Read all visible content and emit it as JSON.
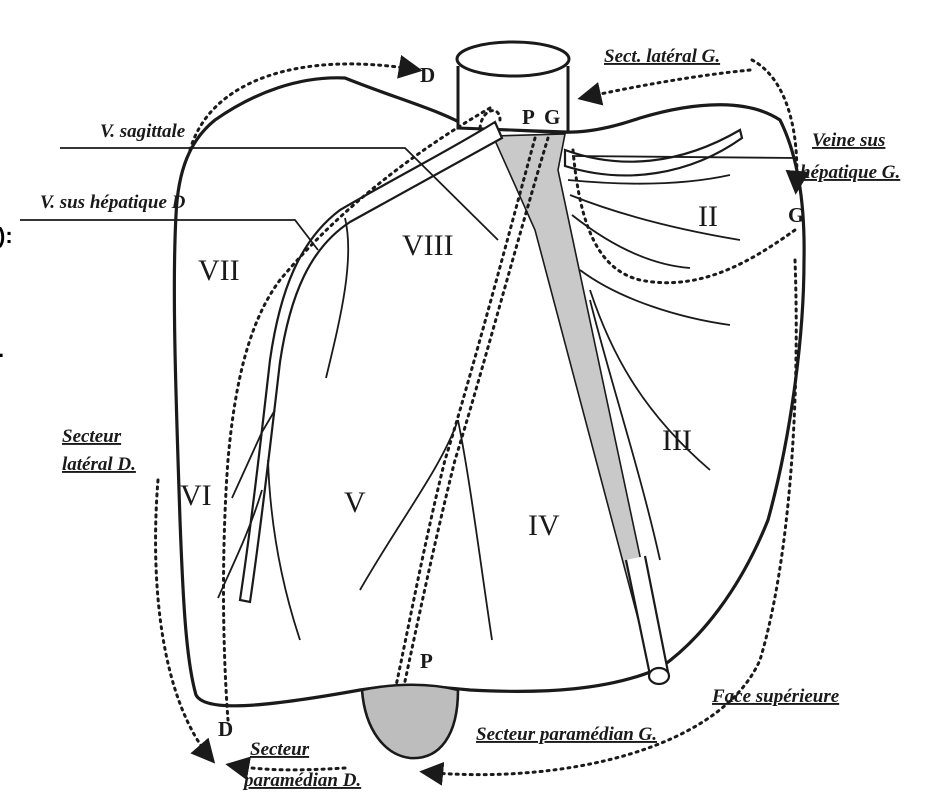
{
  "labels": {
    "sect_lateral_g": "Sect. latéral G.",
    "v_sagittale": "V. sagittale",
    "veine_sus_hepatique_g_line1": "Veine sus",
    "veine_sus_hepatique_g_line2": "hépatique G.",
    "v_sus_hepatique_d": "V. sus  hépatique D",
    "secteur_lateral_d_line1": "Secteur",
    "secteur_lateral_d_line2": "latéral  D.",
    "secteur_paramedian_d_line1": "Secteur",
    "secteur_paramedian_d_line2": "paramédian D.",
    "secteur_paramedian_g": "Secteur paramédian G.",
    "face_superieure": "Face supérieure"
  },
  "segments": {
    "ii": "II",
    "iii": "III",
    "iv": "IV",
    "v": "V",
    "vi": "VI",
    "vii": "VII",
    "viii": "VIII"
  },
  "markers": {
    "d_top": "D",
    "p_top": "P",
    "g_top": "G",
    "g_right": "G",
    "p_bottom": "P",
    "d_bottom": "D"
  },
  "edge_fragments": {
    "frag1": "):",
    "frag2": "."
  }
}
